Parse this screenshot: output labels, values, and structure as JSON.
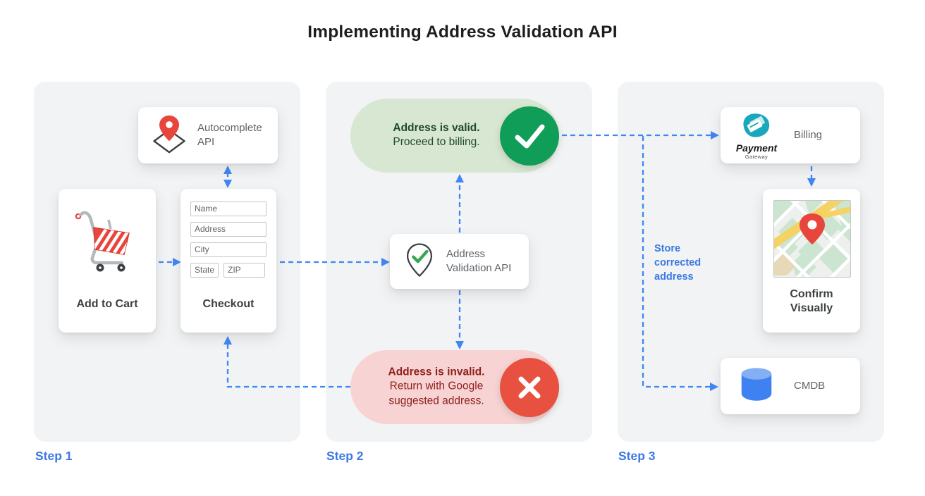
{
  "title": "Implementing Address Validation API",
  "steps": {
    "step1": "Step 1",
    "step2": "Step 2",
    "step3": "Step 3"
  },
  "step1": {
    "autocomplete": {
      "label": "Autocomplete API"
    },
    "cart": {
      "label": "Add to Cart"
    },
    "checkout": {
      "label": "Checkout",
      "fields": {
        "name": "Name",
        "address": "Address",
        "city": "City",
        "state": "State",
        "zip": "ZIP"
      }
    }
  },
  "step2": {
    "valid": {
      "title": "Address is valid.",
      "subtitle": "Proceed to billing."
    },
    "api": {
      "label": "Address Validation API"
    },
    "invalid": {
      "title": "Address is invalid.",
      "subtitle": "Return with Google suggested address."
    }
  },
  "step3": {
    "billing": {
      "label": "Billing",
      "logo_title": "Payment",
      "logo_subtitle": "Gateway"
    },
    "confirm": {
      "label": "Confirm Visually"
    },
    "cmdb": {
      "label": "CMDB"
    },
    "store_note": "Store corrected address"
  },
  "icons": {
    "autocomplete": "map-pin-diamond-icon",
    "cart": "shopping-cart-icon",
    "validation": "map-pin-check-icon",
    "valid": "check-icon",
    "invalid": "x-icon",
    "billing": "payment-gateway-icon",
    "confirm": "map-thumbnail",
    "cmdb": "database-icon"
  },
  "colors": {
    "panel_bg": "#f1f3f4",
    "accent_blue": "#4285f4",
    "text_blue": "#3c78e4",
    "gray_text": "#5f6368",
    "dark_text": "#3c4043",
    "green_pill": "#d8e7d2",
    "green_circle": "#109d58",
    "green_dark": "#1d4a27",
    "red_pill": "#f8d3d3",
    "red_circle": "#e8503f",
    "red_dark": "#8f211c",
    "pin_red": "#e8453c",
    "check_green": "#34a853",
    "teal_logo": "#18a7bb",
    "db_blue": "#3d82f0",
    "db_blue_light": "#84aff5"
  }
}
